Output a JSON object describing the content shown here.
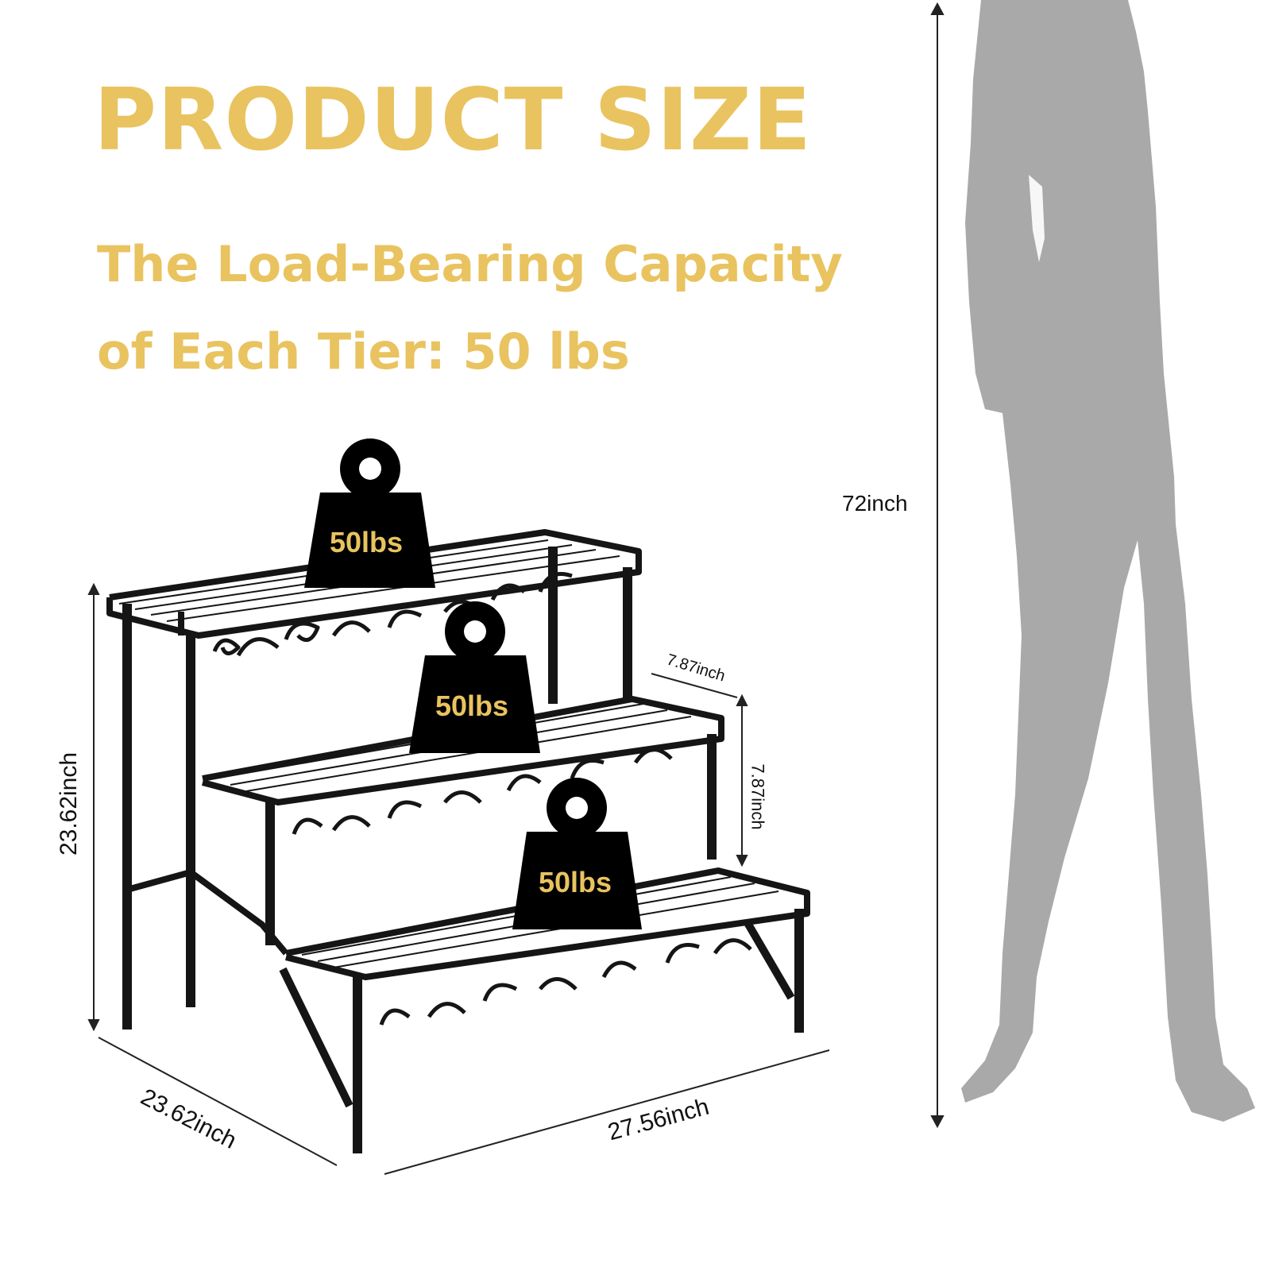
{
  "title": "PRODUCT SIZE",
  "subtitle_line1": "The Load-Bearing Capacity",
  "subtitle_line2": "of Each Tier: 50 lbs",
  "weights": [
    "50lbs",
    "50lbs",
    "50lbs"
  ],
  "dimensions": {
    "height_total": "23.62inch",
    "depth": "23.62inch",
    "width": "27.56inch",
    "tier_depth": "7.87inch",
    "tier_height": "7.87inch",
    "person_height": "72inch"
  },
  "colors": {
    "accent": "#e9c35f",
    "metal": "#151515",
    "silhouette": "#a9a9a9"
  }
}
